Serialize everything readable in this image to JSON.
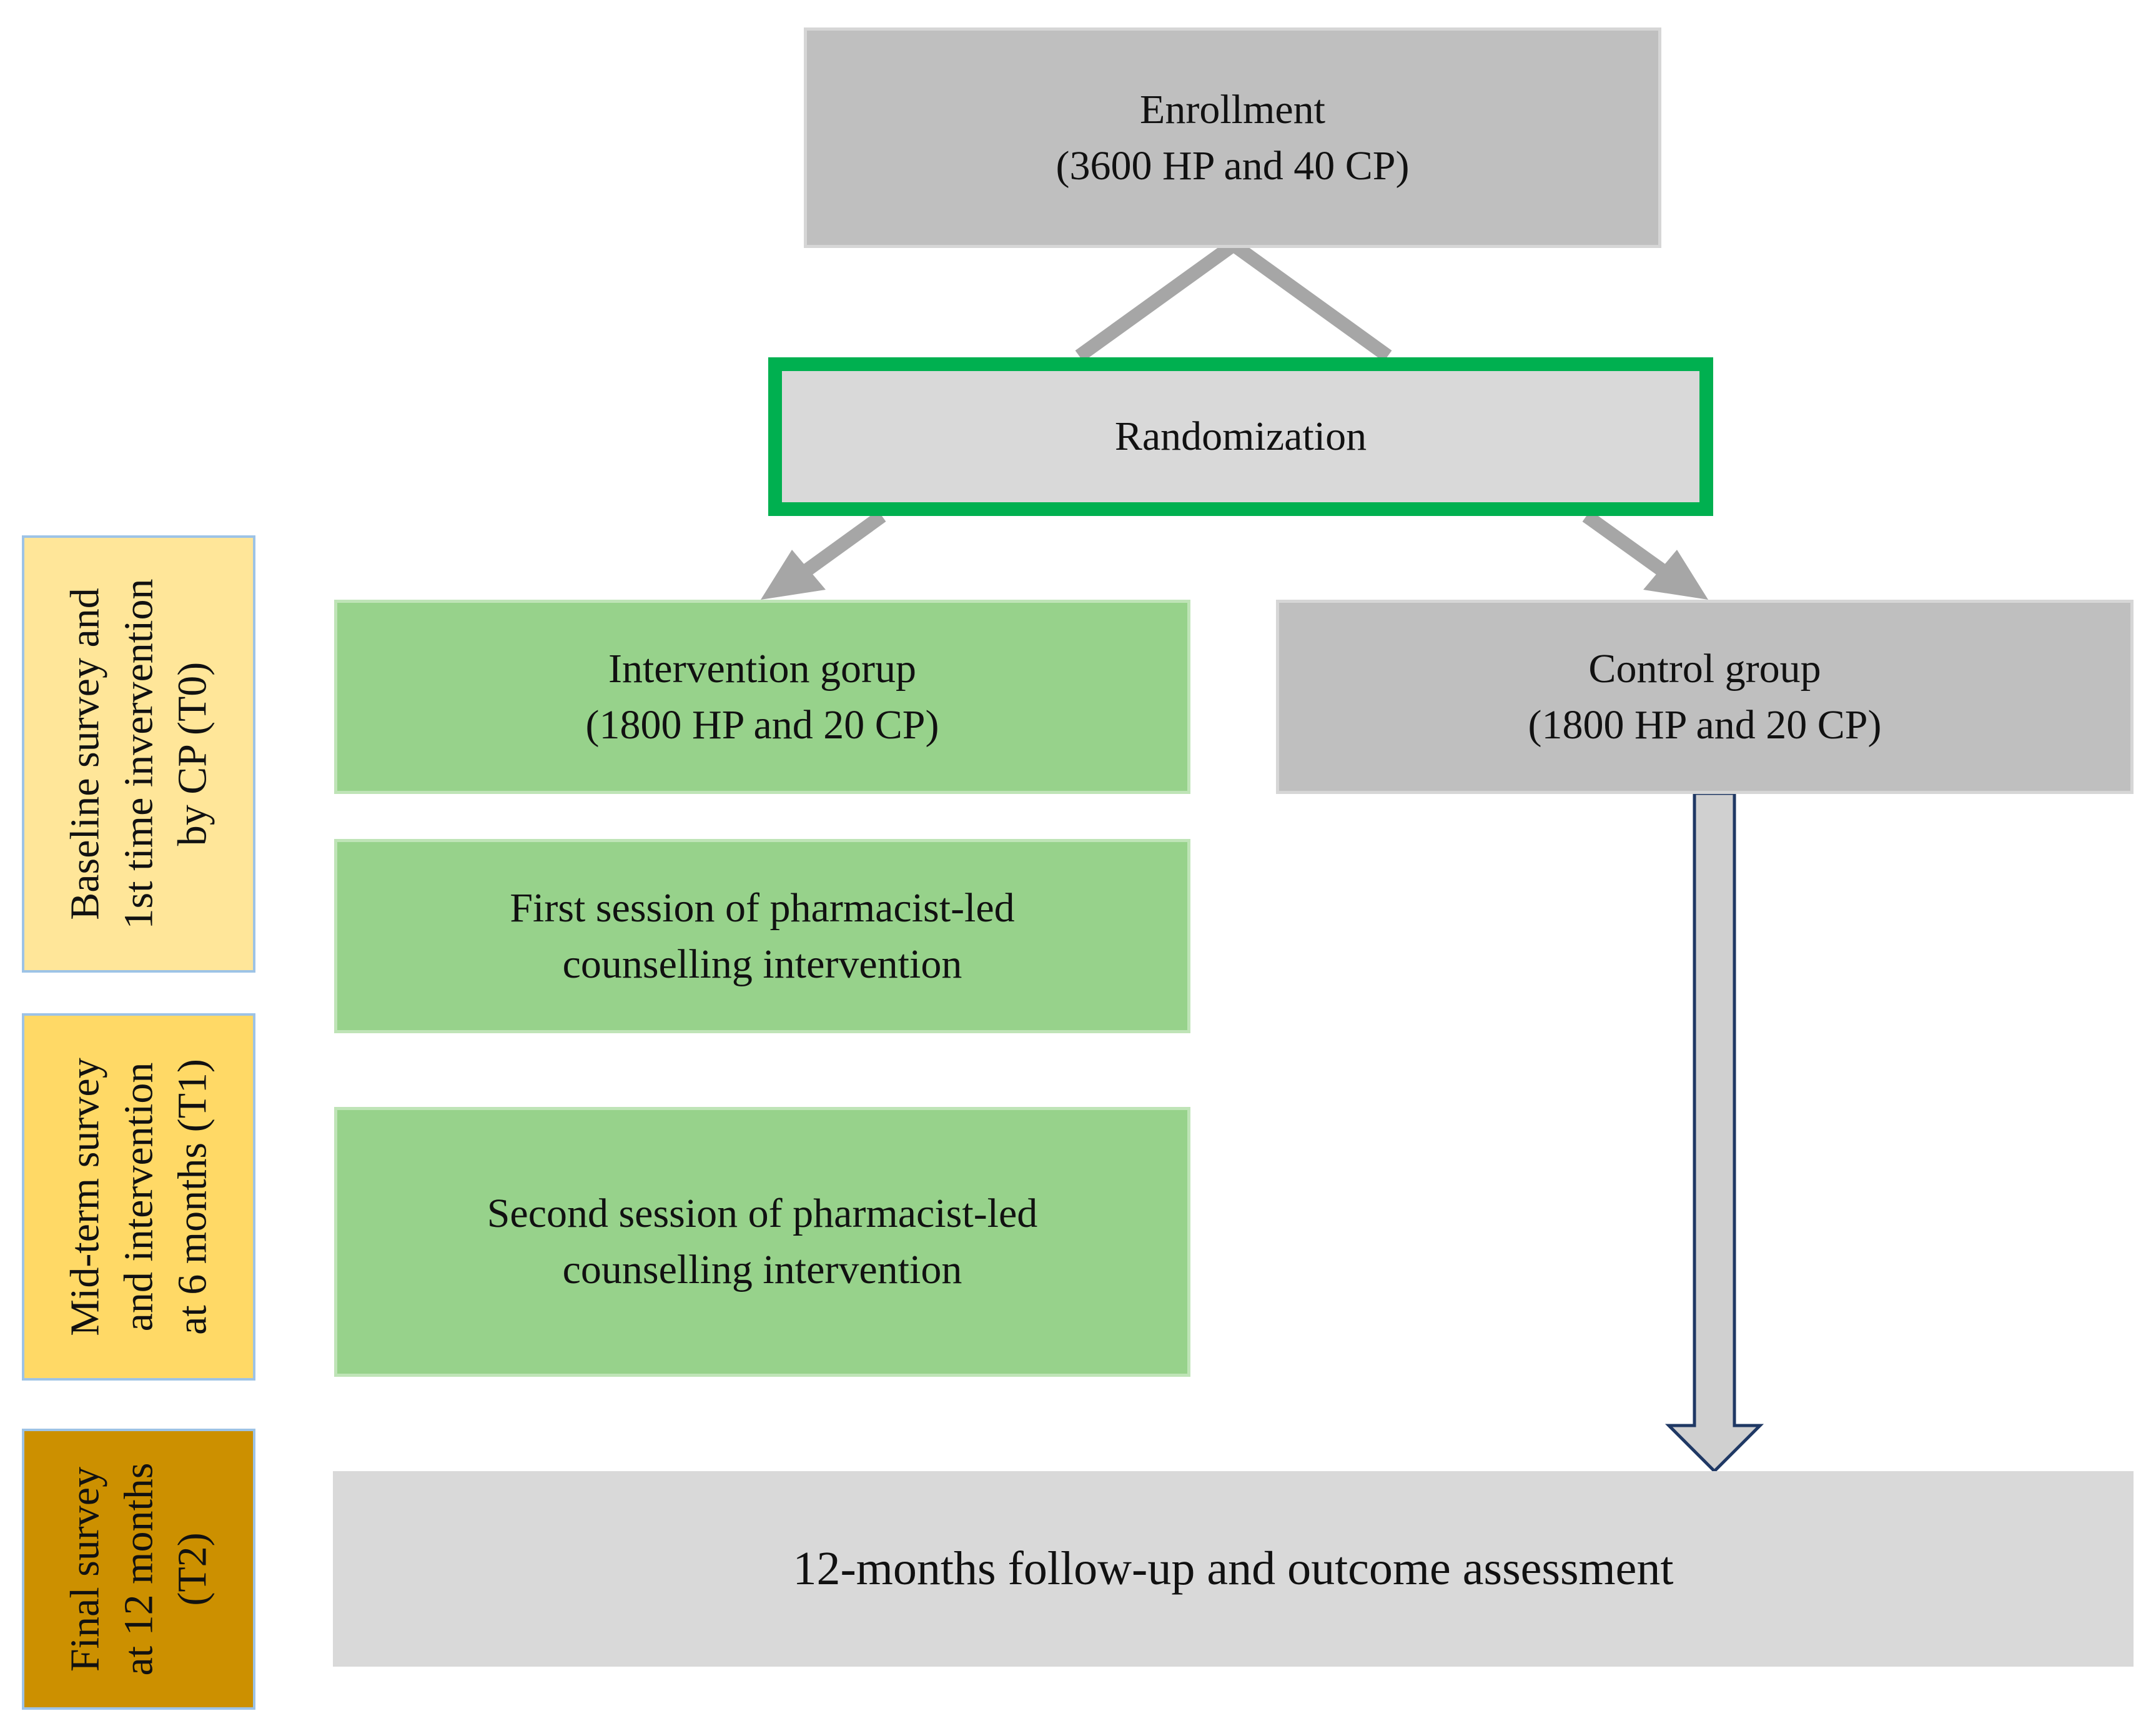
{
  "enrollment": {
    "line1": "Enrollment",
    "line2": "(3600 HP and 40 CP)"
  },
  "randomization": {
    "label": "Randomization"
  },
  "intervention_group": {
    "line1": "Intervention gorup",
    "line2": "(1800 HP and 20 CP)"
  },
  "control_group": {
    "line1": "Control group",
    "line2": "(1800 HP and 20 CP)"
  },
  "first_session": {
    "line1": "First session of pharmacist-led",
    "line2": "counselling intervention"
  },
  "second_session": {
    "line1": "Second session of pharmacist-led",
    "line2": "counselling intervention"
  },
  "followup": {
    "label": "12-months follow-up and outcome assessment"
  },
  "timeline": {
    "t0": {
      "line1": "Baseline survey and",
      "line2": "1st time invervention",
      "line3": "by CP (T0)"
    },
    "t1": {
      "line1": "Mid-term survey",
      "line2": "and intervention",
      "line3": "at 6 months (T1)"
    },
    "t2": {
      "line1": "Final survey",
      "line2": "at 12 months",
      "line3": "(T2)"
    }
  },
  "colors": {
    "green_fill": "#97d28b",
    "gray_fill": "#bfbfbf",
    "light_gray_fill": "#d9d9d9",
    "randomization_border": "#00b050",
    "t0_fill": "#ffe699",
    "t1_fill": "#ffd966",
    "t2_fill": "#cc9000",
    "arrow": "#a6a6a6",
    "block_arrow_outline": "#1f3864"
  }
}
